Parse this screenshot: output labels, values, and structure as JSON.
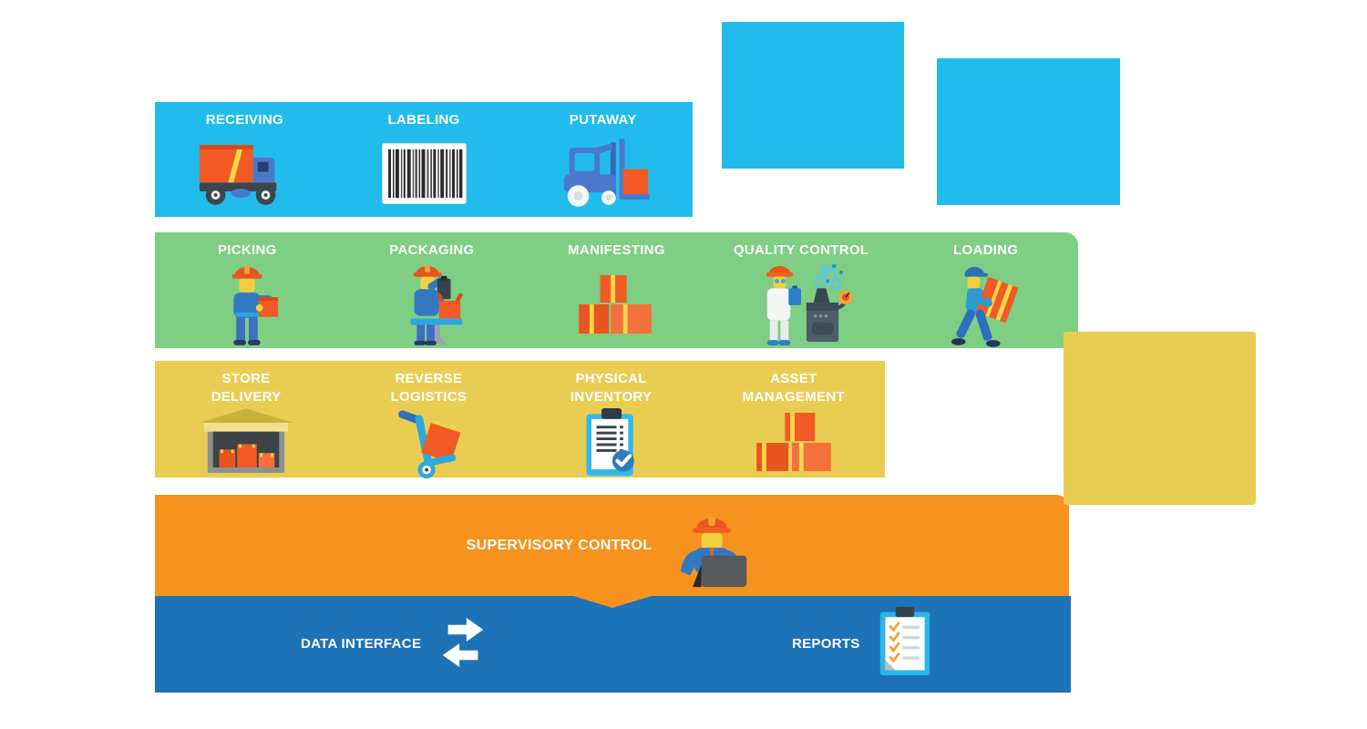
{
  "palette": {
    "cyan": "#21BCEB",
    "green": "#7ECE83",
    "yellow": "#E9CD53",
    "orange": "#F6921D",
    "blue": "#1E72B6",
    "label_text": "#FFFFFF",
    "box_orange": "#F15A24",
    "stripe_yellow": "#F7D64A"
  },
  "rows": {
    "inbound": {
      "color": "#21BCEB",
      "items": [
        {
          "label": "RECEIVING",
          "icon": "truck-icon"
        },
        {
          "label": "LABELING",
          "icon": "barcode-icon"
        },
        {
          "label": "PUTAWAY",
          "icon": "forklift-icon"
        }
      ]
    },
    "operations": {
      "color": "#7ECE83",
      "items": [
        {
          "label": "PICKING",
          "icon": "worker-picking-icon"
        },
        {
          "label": "PACKAGING",
          "icon": "worker-packaging-icon"
        },
        {
          "label": "MANIFESTING",
          "icon": "boxes-stack-icon"
        },
        {
          "label": "QUALITY CONTROL",
          "icon": "quality-inspection-icon"
        },
        {
          "label": "LOADING",
          "icon": "worker-loading-icon"
        }
      ]
    },
    "returns": {
      "color": "#E9CD53",
      "items": [
        {
          "label": "STORE\nDELIVERY",
          "icon": "warehouse-icon"
        },
        {
          "label": "REVERSE\nLOGISTICS",
          "icon": "handtruck-icon"
        },
        {
          "label": "PHYSICAL\nINVENTORY",
          "icon": "inventory-clipboard-icon"
        },
        {
          "label": "ASSET\nMANAGEMENT",
          "icon": "asset-boxes-icon"
        }
      ]
    },
    "supervisory": {
      "color": "#F6921D",
      "label": "SUPERVISORY CONTROL",
      "icon": "supervisor-laptop-icon"
    },
    "data_layer": {
      "color": "#1E72B6",
      "items": [
        {
          "label": "DATA INTERFACE",
          "icon": "transfer-arrows-icon"
        },
        {
          "label": "REPORTS",
          "icon": "report-clipboard-icon"
        }
      ]
    }
  },
  "decorations": {
    "squares": [
      {
        "name": "cyan-square-1",
        "color": "#21BCEB"
      },
      {
        "name": "cyan-square-2",
        "color": "#21BCEB"
      },
      {
        "name": "yellow-square",
        "color": "#E9CD53"
      }
    ]
  }
}
